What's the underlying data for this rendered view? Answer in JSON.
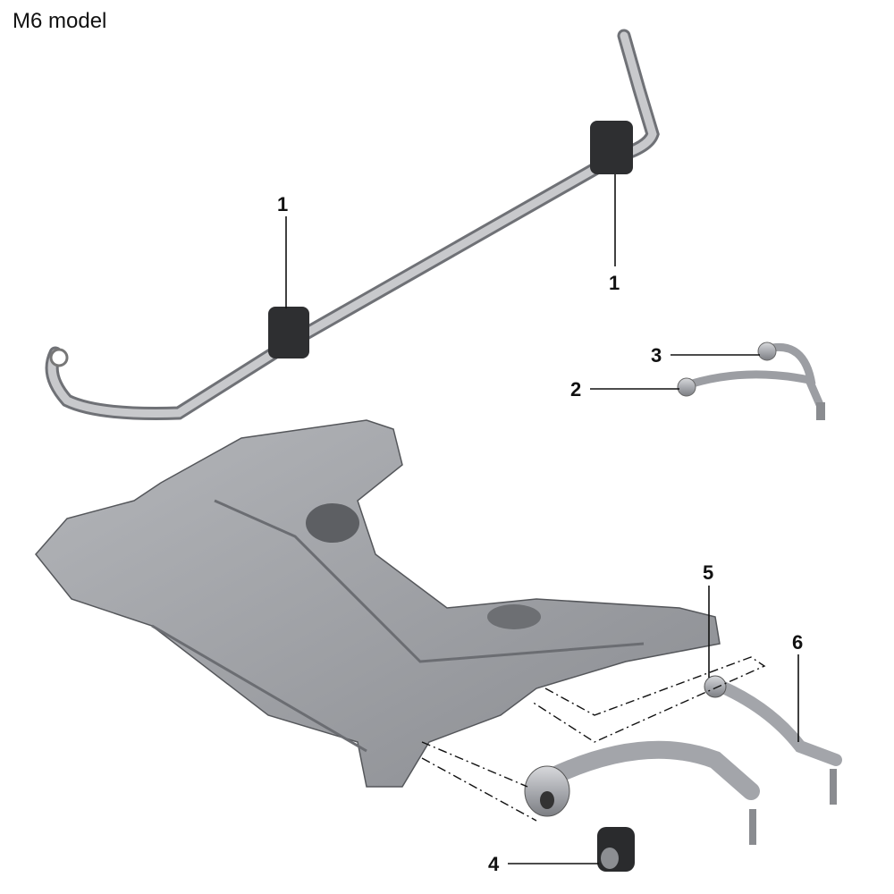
{
  "title": "M6 model",
  "callouts": {
    "stabilizer_bushing_left": "1",
    "stabilizer_bushing_right": "1",
    "upper_arm_bushing_front": "2",
    "upper_arm_bushing_rear": "3",
    "lower_arm_bushing": "4",
    "tension_strut_bushing": "5",
    "tension_strut_balljoint": "6"
  }
}
